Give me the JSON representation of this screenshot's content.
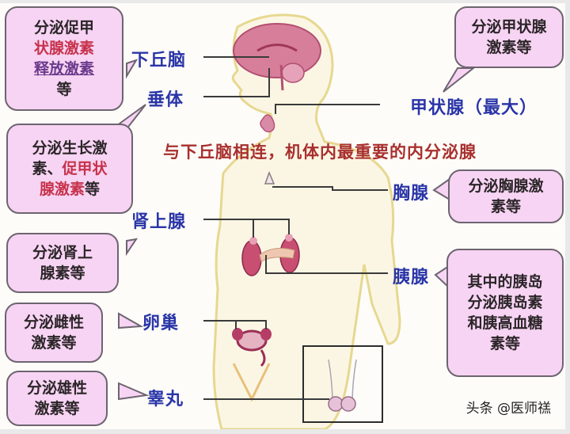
{
  "organs": {
    "hypothalamus": "下丘脑",
    "pituitary": "垂体",
    "thyroid": "甲状腺（最大）",
    "thymus": "胸腺",
    "adrenal": "肾上腺",
    "pancreas": "胰腺",
    "ovary": "卵巢",
    "testis": "睾丸"
  },
  "pituitary_note": "与下丘脑相连，机体内最重要的内分泌腺",
  "bubbles": {
    "hypothalamus": {
      "line1": "分泌促甲",
      "line2": "状腺激素",
      "line3": "释放激素",
      "line4": "等"
    },
    "pituitary": {
      "line1": "分泌生长激",
      "line2a": "素、",
      "line2b": "促甲状",
      "line3a": "腺激素",
      "line3b": "等"
    },
    "adrenal": {
      "line1": "分泌肾上",
      "line2": "腺素等"
    },
    "ovary": {
      "line1": "分泌雌性",
      "line2": "激素等"
    },
    "testis": {
      "line1": "分泌雄性",
      "line2": "激素等"
    },
    "thyroid": {
      "line1": "分泌甲状腺",
      "line2": "激素等"
    },
    "thymus": {
      "line1": "分泌胸腺激",
      "line2": "素等"
    },
    "pancreas": {
      "line1": "其中的胰岛",
      "line2": "分泌胰岛素",
      "line3": "和胰高血糖",
      "line4": "素等"
    }
  },
  "watermark": "头条 @医师禚",
  "colors": {
    "bubble_fill": "#f7d4f3",
    "bubble_border": "#6d6470",
    "organ_label": "#2a35a8",
    "highlight_red": "#c7324b",
    "highlight_purple": "#6a3a8c",
    "banner_text": "#a8302e",
    "body_outline": "#e8dc9a",
    "organ_fill": "#b8405e"
  }
}
